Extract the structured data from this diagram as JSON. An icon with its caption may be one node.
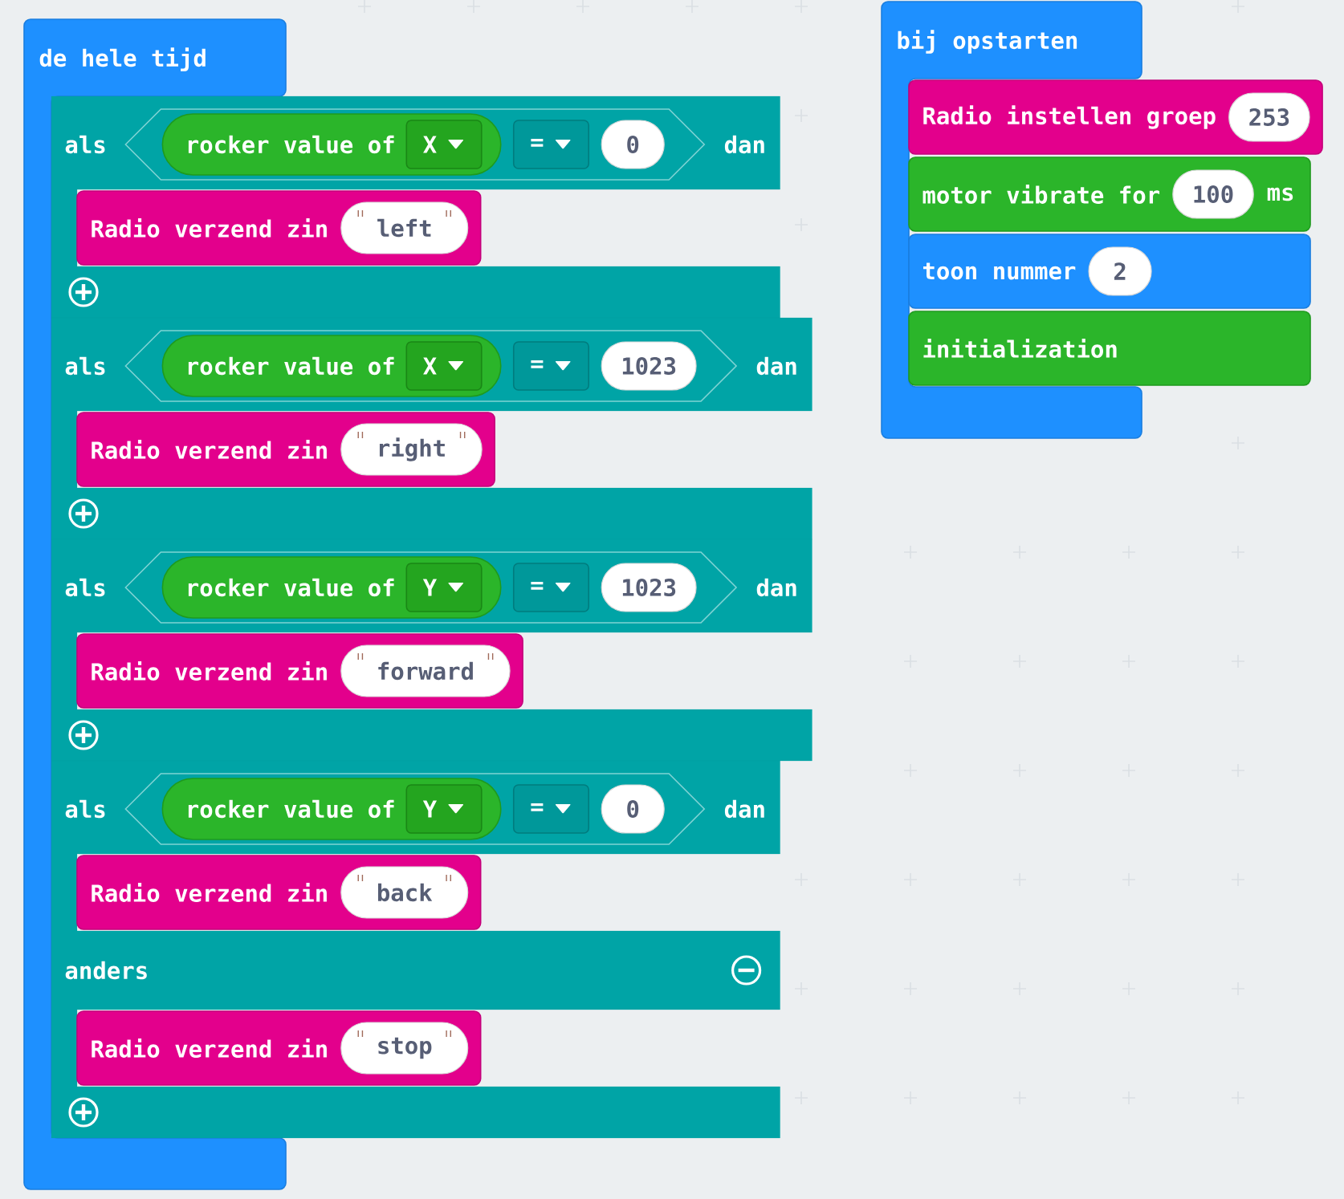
{
  "diagram": {
    "nodes": [
      {
        "text": [
          "de hele tijd"
        ]
      },
      {
        "text": [
          "als",
          "dan"
        ]
      },
      {
        "text": [],
        "shape": "hexagon",
        "in": 1
      },
      {
        "text": [
          "rocker value of"
        ],
        "in": 2
      },
      {
        "text": [
          "X"
        ],
        "in": 3
      },
      {
        "text": [
          "="
        ],
        "in": 2
      },
      {
        "text": [
          "0"
        ],
        "in": 2
      },
      {
        "text": [
          "Radio verzend zin"
        ],
        "in": 1
      },
      {
        "text": [
          "left"
        ],
        "in": 7
      },
      {
        "text": [
          "als",
          "dan"
        ]
      },
      {
        "text": [],
        "shape": "hexagon",
        "in": 9
      },
      {
        "text": [
          "rocker value of"
        ],
        "in": 10
      },
      {
        "text": [
          "X"
        ],
        "in": 11
      },
      {
        "text": [
          "="
        ],
        "in": 10
      },
      {
        "text": [
          "1023"
        ],
        "in": 10
      },
      {
        "text": [
          "Radio verzend zin"
        ],
        "in": 9
      },
      {
        "text": [
          "right"
        ],
        "in": 15
      },
      {
        "text": [
          "als",
          "dan"
        ]
      },
      {
        "text": [],
        "shape": "hexagon",
        "in": 17
      },
      {
        "text": [
          "rocker value of"
        ],
        "in": 18
      },
      {
        "text": [
          "Y"
        ],
        "in": 19
      },
      {
        "text": [
          "="
        ],
        "in": 18
      },
      {
        "text": [
          "1023"
        ],
        "in": 18
      },
      {
        "text": [
          "Radio verzend zin"
        ],
        "in": 17
      },
      {
        "text": [
          "forward"
        ],
        "in": 23
      },
      {
        "text": [
          "als",
          "dan",
          "anders"
        ]
      },
      {
        "text": [],
        "shape": "hexagon",
        "in": 25
      },
      {
        "text": [
          "rocker value of"
        ],
        "in": 26
      },
      {
        "text": [
          "Y"
        ],
        "in": 27
      },
      {
        "text": [
          "="
        ],
        "in": 26
      },
      {
        "text": [
          "0"
        ],
        "in": 26
      },
      {
        "text": [
          "Radio verzend zin"
        ],
        "in": 25
      },
      {
        "text": [
          "back"
        ],
        "in": 31
      },
      {
        "text": [
          "Radio verzend zin"
        ],
        "in": 25
      },
      {
        "text": [
          "stop"
        ],
        "in": 33
      },
      {
        "text": [
          "bij opstarten"
        ]
      },
      {
        "text": [
          "Radio instellen groep"
        ]
      },
      {
        "text": [
          "253"
        ],
        "in": 36
      },
      {
        "text": [
          "motor vibrate for",
          "ms"
        ]
      },
      {
        "text": [
          "100"
        ],
        "in": 38
      },
      {
        "text": [
          "toon nummer"
        ]
      },
      {
        "text": [
          "2"
        ],
        "in": 40
      },
      {
        "text": [
          "initialization"
        ]
      }
    ]
  }
}
